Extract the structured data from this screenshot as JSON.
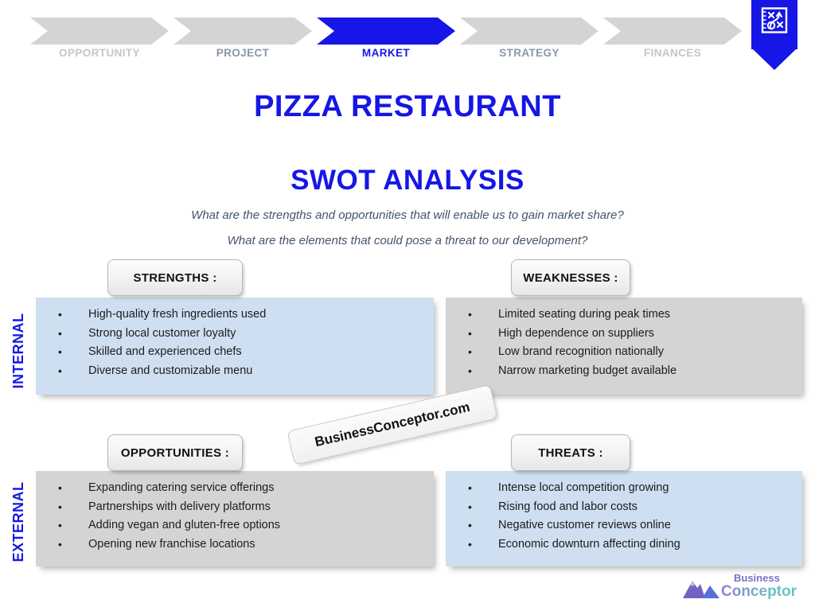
{
  "nav": {
    "steps": [
      {
        "label": "OPPORTUNITY",
        "state": "inactive-light"
      },
      {
        "label": "PROJECT",
        "state": "inactive-dark"
      },
      {
        "label": "MARKET",
        "state": "active"
      },
      {
        "label": "STRATEGY",
        "state": "inactive-dark"
      },
      {
        "label": "FINANCES",
        "state": "inactive-light"
      }
    ],
    "pin_icon": "strategy-playbook-icon"
  },
  "header": {
    "project_title": "PIZZA RESTAURANT",
    "analysis_title": "SWOT ANALYSIS",
    "question_1": "What are the strengths and opportunities that will enable us to gain market share?",
    "question_2": "What are the elements that could pose a threat to our development?"
  },
  "axes": {
    "internal": "INTERNAL",
    "external": "EXTERNAL"
  },
  "quadrants": {
    "strengths": {
      "label": "STRENGTHS :",
      "items": [
        "High-quality fresh ingredients used",
        "Strong local customer loyalty",
        "Skilled and experienced chefs",
        "Diverse and customizable menu"
      ]
    },
    "weaknesses": {
      "label": "WEAKNESSES :",
      "items": [
        "Limited seating during peak times",
        "High dependence on suppliers",
        "Low brand recognition nationally",
        "Narrow marketing budget available"
      ]
    },
    "opportunities": {
      "label": "OPPORTUNITIES :",
      "items": [
        "Expanding catering service offerings",
        "Partnerships with delivery platforms",
        "Adding vegan and gluten-free options",
        "Opening new franchise locations"
      ]
    },
    "threats": {
      "label": "THREATS :",
      "items": [
        "Intense local competition growing",
        "Rising food and labor costs",
        "Negative customer reviews online",
        "Economic downturn affecting dining"
      ]
    }
  },
  "watermark": {
    "text": "BusinessConceptor.com"
  },
  "logo": {
    "top": "Business",
    "bottom": "Conceptor",
    "mark": "mountain-peaks-icon"
  },
  "colors": {
    "accent_blue": "#1616e6",
    "quadrant_blue": "#cddff0",
    "quadrant_gray": "#d4d4d4",
    "chevron_gray": "#d4d4d4",
    "label_light_gray": "#c6c6c6",
    "label_slate": "#8996a8",
    "subtitle_slate": "#44546a"
  }
}
